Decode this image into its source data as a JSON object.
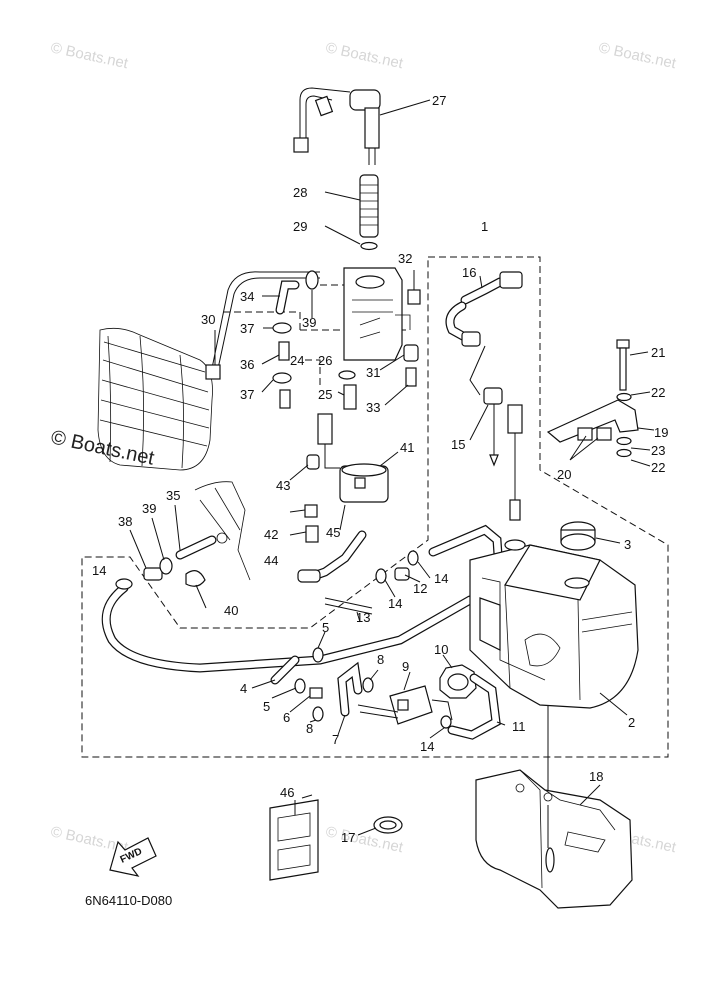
{
  "watermarks": [
    "© Boats.net",
    "© Boats.net",
    "© Boats.net",
    "© Boats.net",
    "© Boats.net",
    "© Boats.net",
    "© Boats.net"
  ],
  "callouts": [
    "1",
    "2",
    "3",
    "4",
    "5",
    "5",
    "6",
    "7",
    "8",
    "8",
    "9",
    "10",
    "11",
    "12",
    "13",
    "14",
    "14",
    "14",
    "14",
    "15",
    "16",
    "17",
    "18",
    "19",
    "20",
    "21",
    "22",
    "22",
    "23",
    "24",
    "25",
    "26",
    "27",
    "28",
    "29",
    "30",
    "31",
    "32",
    "33",
    "34",
    "35",
    "36",
    "37",
    "37",
    "38",
    "39",
    "39",
    "40",
    "41",
    "42",
    "43",
    "44",
    "45",
    "46"
  ],
  "fwd_label": "FWD",
  "diagram_code": "6N64110-D080"
}
